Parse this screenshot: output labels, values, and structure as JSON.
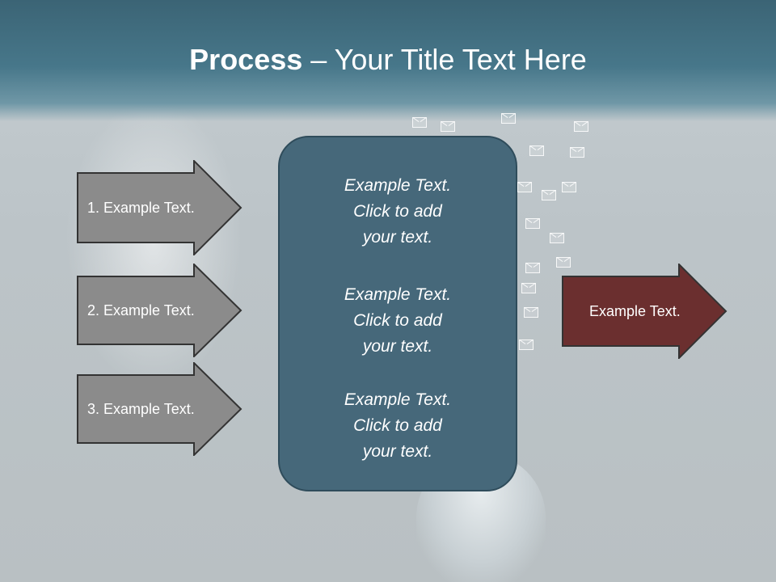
{
  "slide": {
    "title_bold": "Process",
    "title_rest": " – Your Title Text Here"
  },
  "left_arrows": [
    {
      "label": "1. Example Text."
    },
    {
      "label": "2. Example Text."
    },
    {
      "label": "3. Example Text."
    }
  ],
  "center_box": {
    "items": [
      {
        "line1": "Example Text.",
        "line2": "Click  to add",
        "line3": "your text."
      },
      {
        "line1": "Example Text.",
        "line2": "Click  to add",
        "line3": "your text."
      },
      {
        "line1": "Example Text.",
        "line2": "Click  to add",
        "line3": "your text."
      }
    ]
  },
  "right_arrow": {
    "label": "Example Text."
  },
  "colors": {
    "header": "#47778a",
    "grey_arrow": "#8b8b8b",
    "center_box": "#46687a",
    "right_arrow": "#6b2f2f"
  }
}
